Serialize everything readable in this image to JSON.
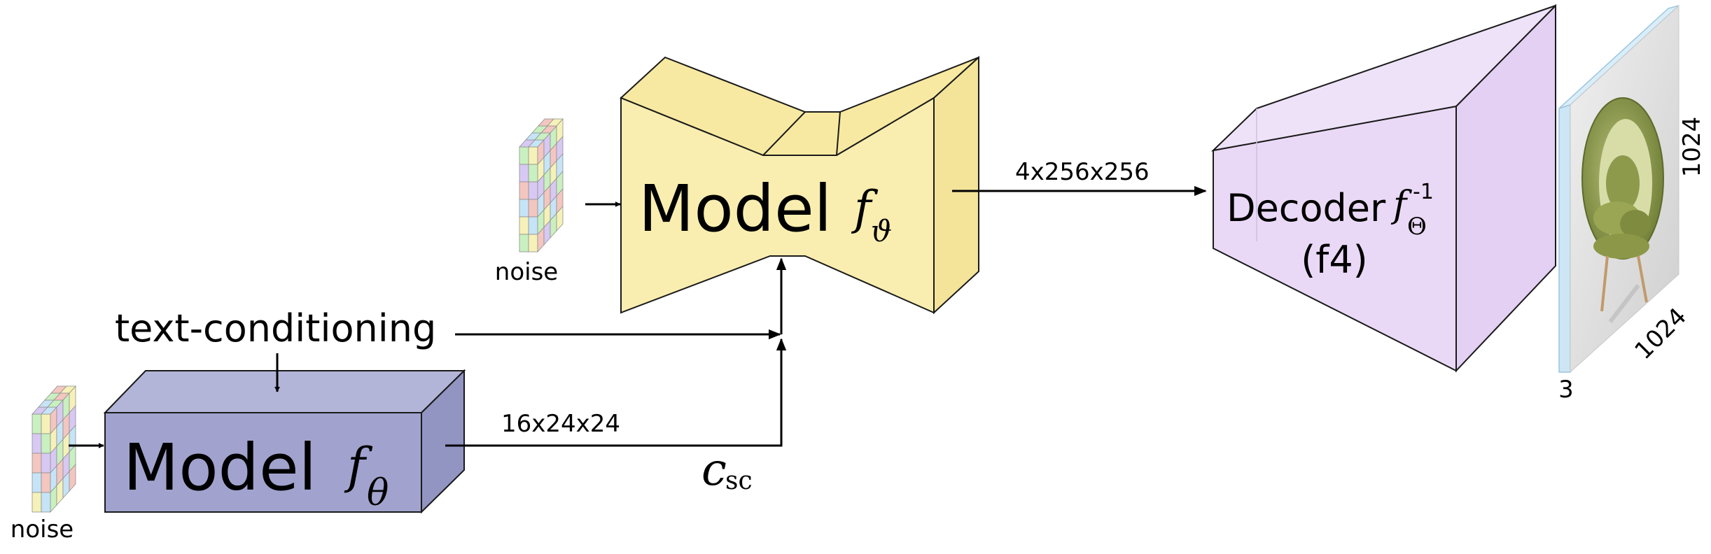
{
  "colors": {
    "stage_a_box": "#a1a3ce",
    "stage_b_box": "#f9eeb0",
    "decoder_box": "#ead9f6",
    "image_frame": "#cde6f6",
    "noise_colors": [
      "#c9f0c0",
      "#f4c6c0",
      "#f6f1b8",
      "#d7c9f3",
      "#c6e4f7"
    ]
  },
  "stage_a": {
    "model_word": "Model",
    "fn": "f",
    "param": "θ",
    "noise_label": "noise",
    "output_shape": "16x24x24",
    "output_symbol": "c",
    "output_sub": "sc"
  },
  "conditioning": {
    "label": "text-conditioning"
  },
  "stage_b": {
    "model_word": "Model",
    "fn": "f",
    "param": "ϑ",
    "noise_label": "noise",
    "output_shape": "4x256x256"
  },
  "decoder": {
    "word": "Decoder",
    "fn": "f",
    "param": "Θ",
    "superscript": "-1",
    "variant": "(f4)"
  },
  "output_image": {
    "height_label": "1024",
    "width_label": "1024",
    "channels_label": "3",
    "icon": "green-egg-chair-photo"
  }
}
